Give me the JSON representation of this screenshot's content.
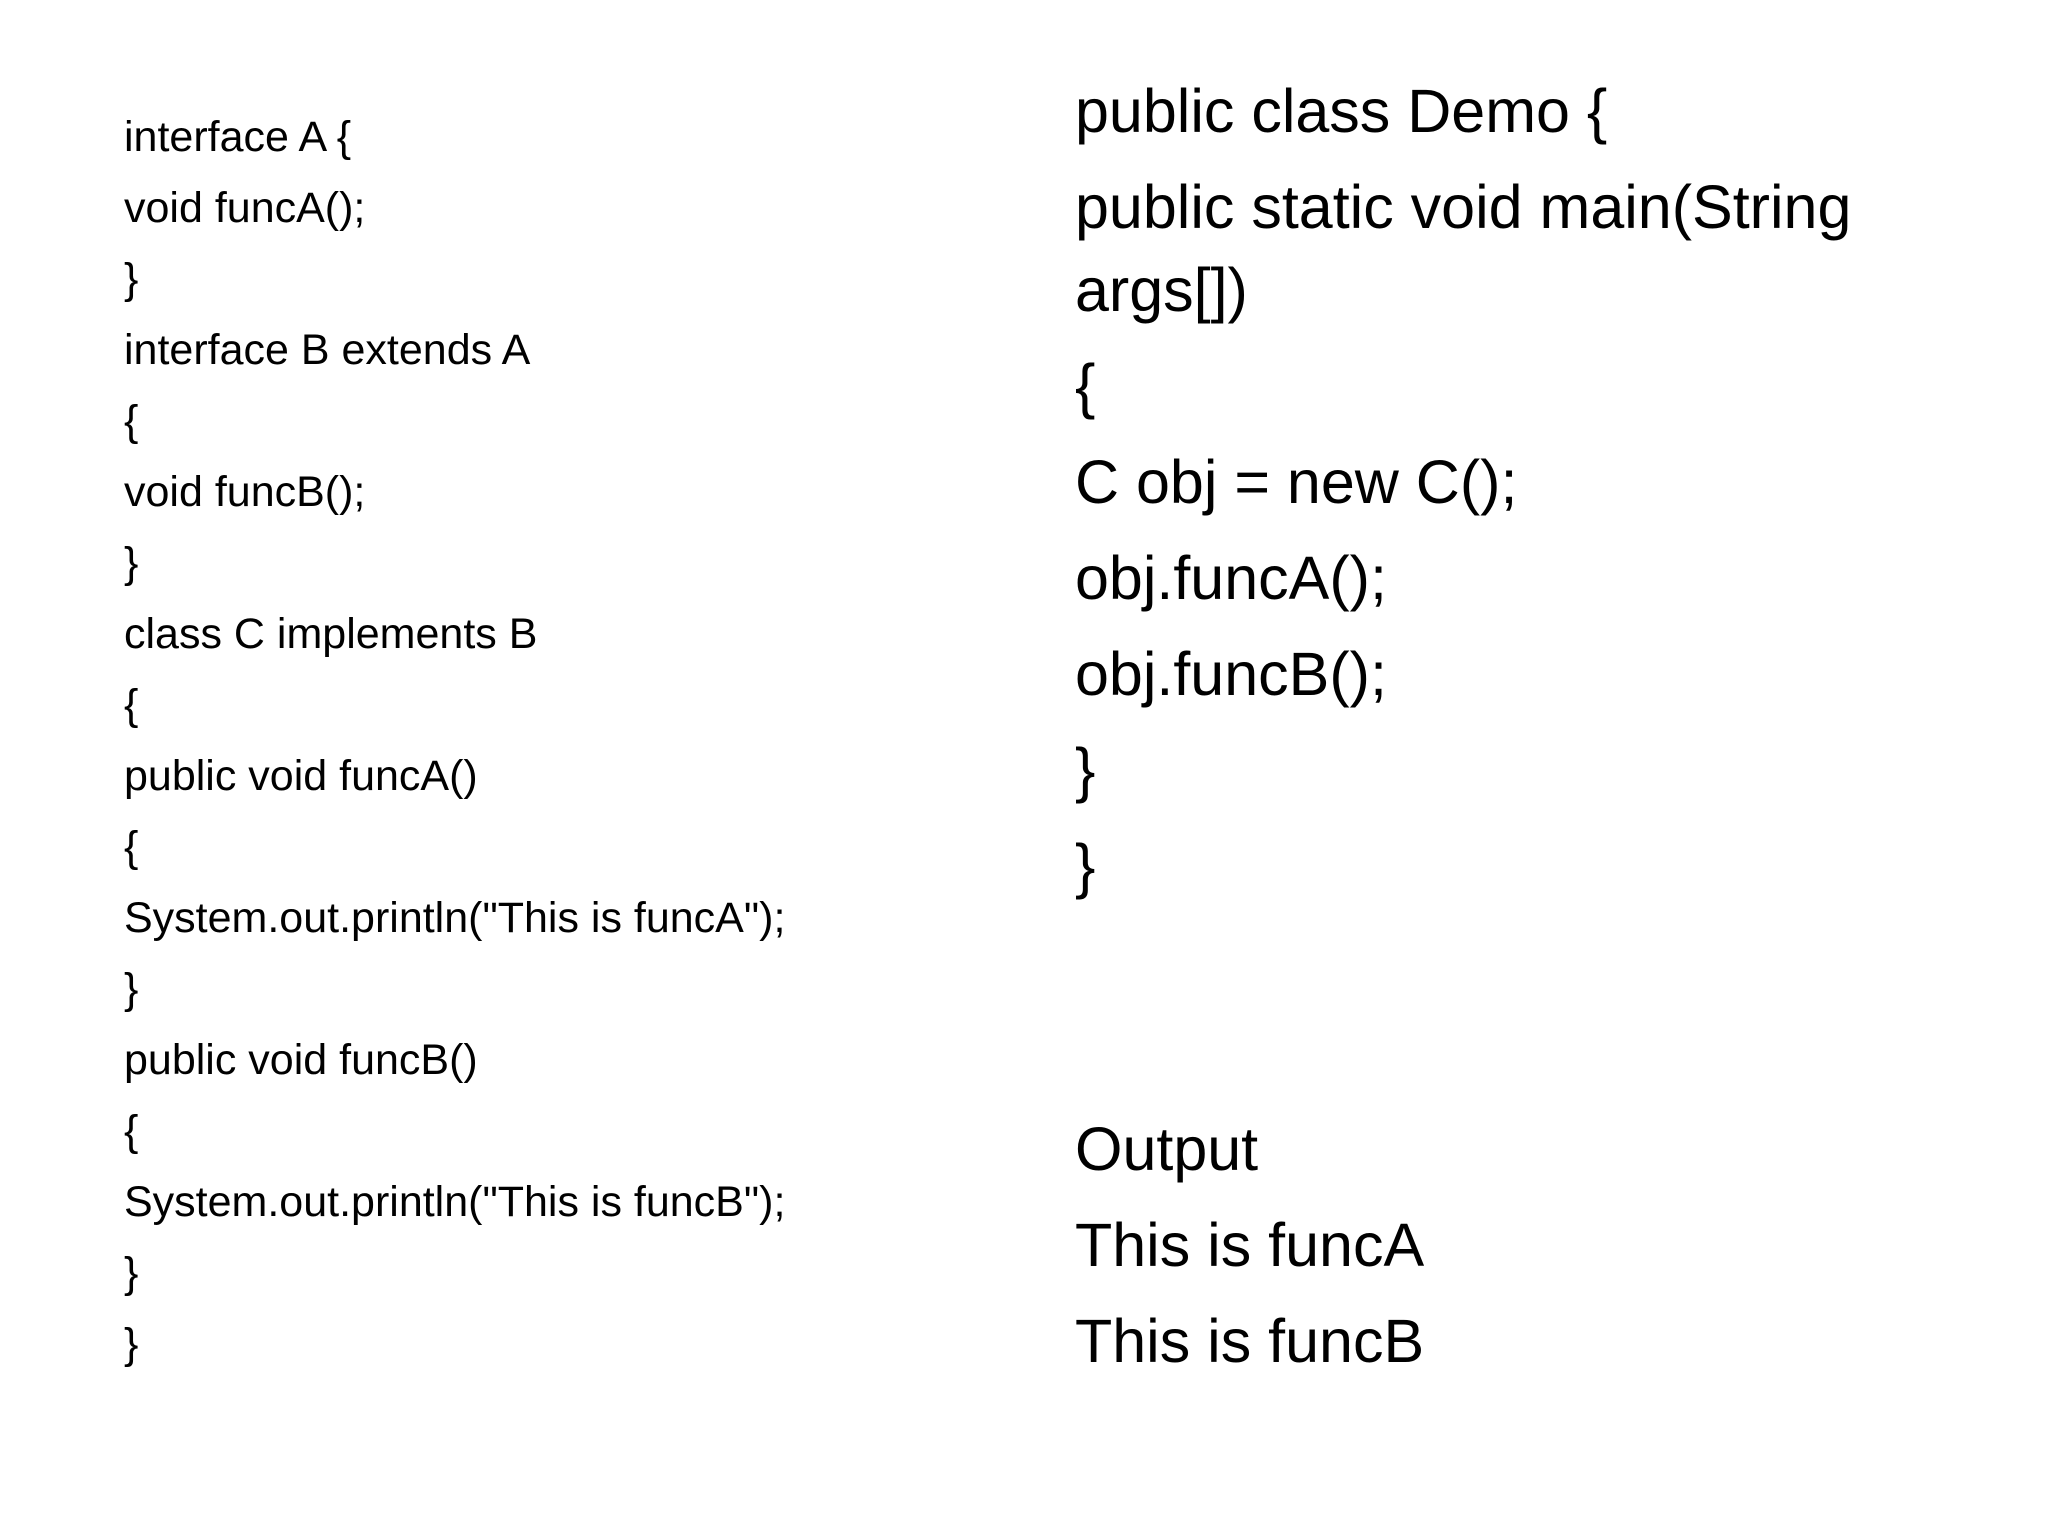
{
  "left_code": [
    "interface A {",
    "void funcA();",
    "}",
    "interface B extends A",
    "{",
    "void funcB();",
    "}",
    "class C implements B",
    "{",
    "public void funcA()",
    "{",
    "System.out.println(\"This is funcA\");",
    "}",
    "public void funcB()",
    "{",
    "System.out.println(\"This is funcB\");",
    "}",
    "}"
  ],
  "right_code": [
    "public class Demo {",
    "public static void main(String args[])",
    "{",
    "C obj = new C();",
    "obj.funcA();",
    "obj.funcB();",
    "}",
    "}"
  ],
  "output": {
    "heading": "Output",
    "lines": [
      "This is funcA",
      "This is funcB"
    ]
  }
}
